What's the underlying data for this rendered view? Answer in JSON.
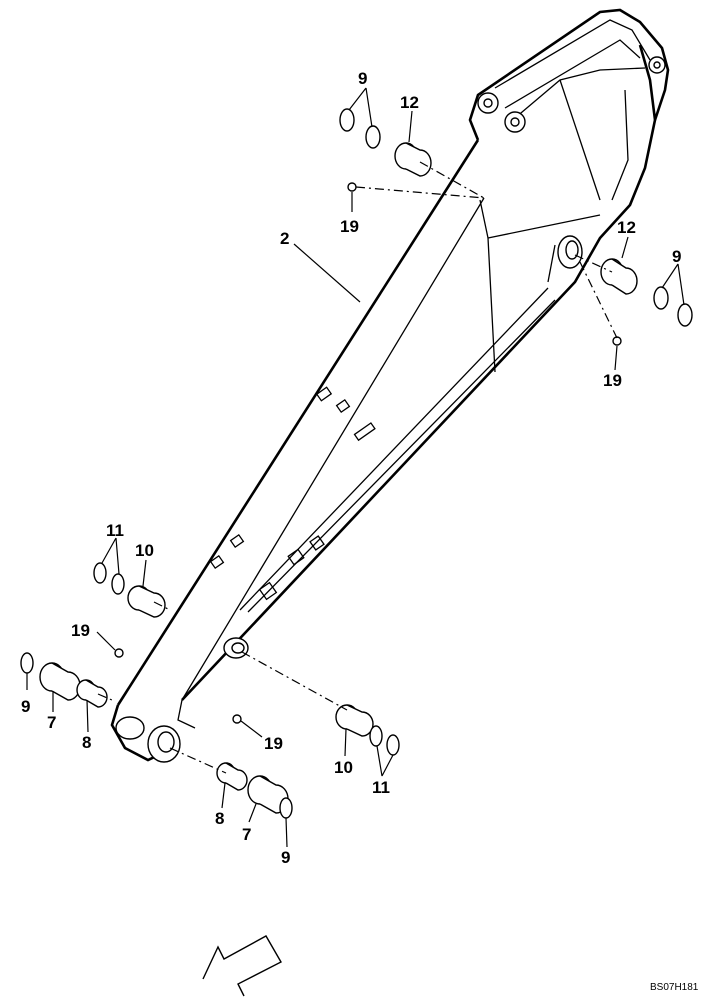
{
  "diagram": {
    "drawing_code": "BS07H181",
    "direction_arrow_icon": "arrow-down-left-icon",
    "callouts": {
      "boom": "2",
      "bushing_foot": "7",
      "bushing_foot_inner": "8",
      "shim_foot": "9",
      "bushing_cyl": "10",
      "shim_cyl": "11",
      "bushing_top": "12",
      "grease_fitting": "19"
    }
  }
}
